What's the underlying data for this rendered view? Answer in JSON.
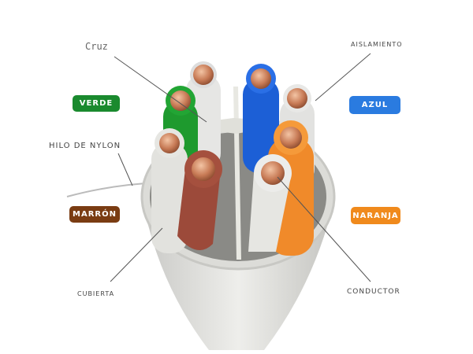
{
  "labels": {
    "cross": "Cruz",
    "insulation": "AISLAMIENTO",
    "nylon": "HILO DE NYLON",
    "jacket": "CUBIERTA",
    "conductor": "CONDUCTOR"
  },
  "badges": {
    "green": {
      "label": "VERDE",
      "color": "#1a8a2e"
    },
    "blue": {
      "label": "AZUL",
      "color": "#2a7be0"
    },
    "brown": {
      "label": "MARRÓN",
      "color": "#7a3c12"
    },
    "orange": {
      "label": "NARANJA",
      "color": "#f08a1c"
    }
  }
}
